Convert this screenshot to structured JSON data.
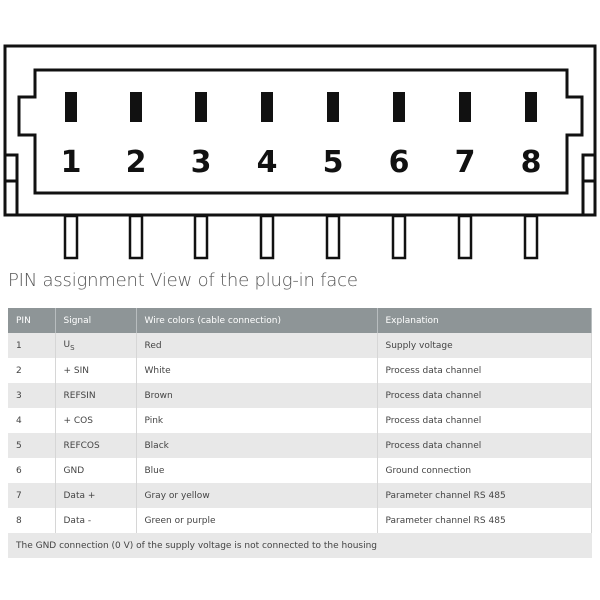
{
  "diagram": {
    "pin_numbers": [
      "1",
      "2",
      "3",
      "4",
      "5",
      "6",
      "7",
      "8"
    ]
  },
  "title": "PIN assignment View of the plug-in face",
  "table": {
    "headers": [
      "PIN",
      "Signal",
      "Wire colors (cable connection)",
      "Explanation"
    ],
    "rows": [
      {
        "pin": "1",
        "signal": "U",
        "signal_sub": "S",
        "color": "Red",
        "explanation": "Supply voltage"
      },
      {
        "pin": "2",
        "signal": "+ SIN",
        "color": "White",
        "explanation": "Process data channel"
      },
      {
        "pin": "3",
        "signal": "REFSIN",
        "color": "Brown",
        "explanation": "Process data channel"
      },
      {
        "pin": "4",
        "signal": "+ COS",
        "color": "Pink",
        "explanation": "Process data channel"
      },
      {
        "pin": "5",
        "signal": "REFCOS",
        "color": "Black",
        "explanation": "Process data channel"
      },
      {
        "pin": "6",
        "signal": "GND",
        "color": "Blue",
        "explanation": "Ground connection"
      },
      {
        "pin": "7",
        "signal": "Data +",
        "color": "Gray or yellow",
        "explanation": "Parameter channel RS 485"
      },
      {
        "pin": "8",
        "signal": "Data -",
        "color": "Green or purple",
        "explanation": "Parameter channel RS 485"
      }
    ],
    "footnote": "The GND connection (0 V) of the supply voltage is not connected to the housing"
  }
}
